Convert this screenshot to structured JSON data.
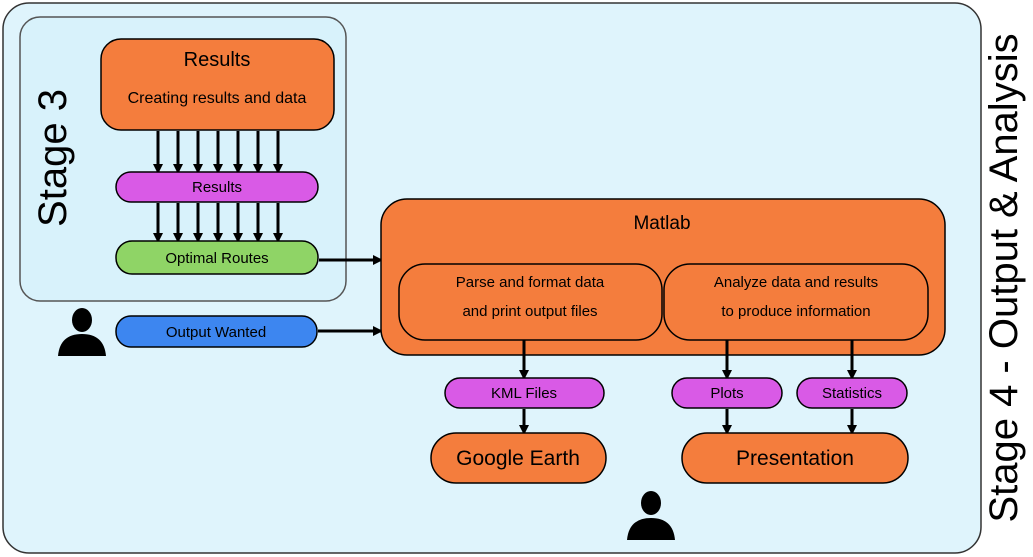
{
  "stages": {
    "outer_label": "Stage 4 - Output & Analysis",
    "inner_label": "Stage 3"
  },
  "nodes": {
    "results_box": {
      "title": "Results",
      "subtitle": "Creating results and data"
    },
    "results_pill": "Results",
    "optimal_routes": "Optimal Routes",
    "output_wanted": "Output Wanted",
    "matlab": {
      "title": "Matlab",
      "parse_line1": "Parse and format data",
      "parse_line2": "and print output files",
      "analyze_line1": "Analyze data and results",
      "analyze_line2": "to produce information"
    },
    "kml_files": "KML Files",
    "plots": "Plots",
    "statistics": "Statistics",
    "google_earth": "Google Earth",
    "presentation": "Presentation"
  },
  "colors": {
    "stage4_bg": "#dff4fc",
    "stage3_bg": "#d8f2fb",
    "orange": "#f47d3d",
    "purple": "#d95ae6",
    "green": "#8fd466",
    "blue": "#3d86f0"
  },
  "icons": [
    "person-icon",
    "person-icon"
  ]
}
